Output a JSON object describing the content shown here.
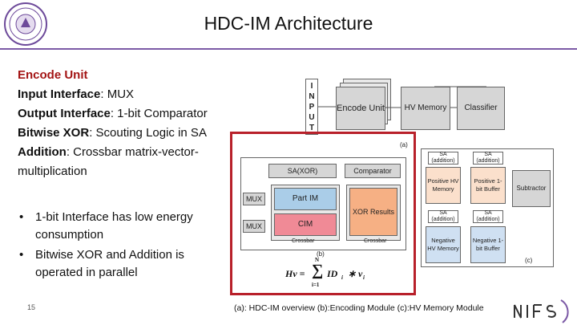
{
  "title": "HDC-IM Architecture",
  "left": {
    "heading": "Encode Unit",
    "rows": [
      {
        "label": "Input Interface",
        "value": ": MUX"
      },
      {
        "label": "Output Interface",
        "value": ": 1-bit Comparator"
      },
      {
        "label": "Bitwise XOR",
        "value": ": Scouting Logic in SA"
      },
      {
        "label": "Addition",
        "value": ": Crossbar matrix-vector-"
      }
    ],
    "continuation": "multiplication",
    "bullets": [
      "1-bit Interface has low energy consumption",
      "Bitwise XOR and Addition is operated in parallel"
    ]
  },
  "page_number": "15",
  "caption": "(a): HDC-IM overview (b):Encoding Module (c):HV Memory Module",
  "diagram": {
    "input_letters": [
      "I",
      "N",
      "P",
      "U",
      "T"
    ],
    "encode_unit": "Encode Unit",
    "hv_memory": "HV Memory",
    "classifier": "Classifier",
    "label_a": "(a)",
    "sa_xor": "SA(XOR)",
    "comparator": "Comparator",
    "mux_top": "MUX",
    "mux_bottom": "MUX",
    "part_im": "Part IM",
    "cim": "CIM",
    "xor_results": "XOR Results",
    "crossbar_left": "Crossbar",
    "crossbar_right": "Crossbar",
    "label_b": "(b)",
    "formula_lhs": "Hv =",
    "formula_sum": "∑",
    "formula_top": "N",
    "formula_bottom": "i=1",
    "formula_rhs": "ID",
    "formula_sub_i": "i",
    "formula_times": "∗ v",
    "formula_sub_i2": "i",
    "sa_add_1": "SA (addition)",
    "sa_add_2": "SA (addition)",
    "sa_add_3": "SA (addition)",
    "sa_add_4": "SA (addition)",
    "pos_hv": "Positive HV Memory",
    "pos_buf": "Positive 1-bit Buffer",
    "neg_hv": "Negative HV Memory",
    "neg_buf": "Negative 1-bit Buffer",
    "subtractor": "Subtractor",
    "label_c": "(c)"
  },
  "colors": {
    "accent_red": "#a31414",
    "rule_purple": "#7c5aa6",
    "highlight_box": "#b8202a"
  }
}
